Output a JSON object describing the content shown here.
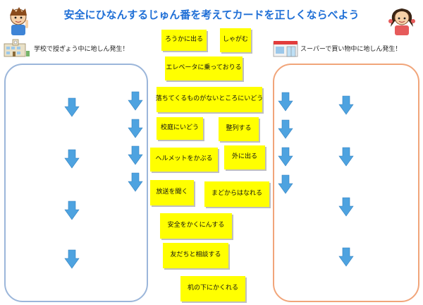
{
  "title": "安全にひなんするじゅん番を考えてカードを正しくならべよう",
  "left": {
    "scenario": "学校で授ぎょう中に地しん発生！",
    "accent": "#9bb6da"
  },
  "right": {
    "scenario": "スーパーで買い物中に地しん発生！",
    "accent": "#f1a57a"
  },
  "cards": [
    "ろうかに出る",
    "しゃがむ",
    "エレベータに乗っておりる",
    "落ちてくるものがないところにいどう",
    "校庭にいどう",
    "整列する",
    "ヘルメットをかぶる",
    "外に出る",
    "放送を聞く",
    "まどからはなれる",
    "安全をかくにんする",
    "友だちと相談する",
    "机の下にかくれる"
  ],
  "colors": {
    "title": "#1f6fd6",
    "card": "#ffff00",
    "arrow": "#4ea3e0"
  }
}
